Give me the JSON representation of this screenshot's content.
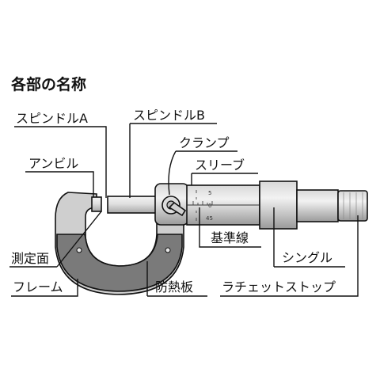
{
  "title": "各部の名称",
  "labels": {
    "spindle_a": "スピンドルA",
    "spindle_b": "スピンドルB",
    "clamp": "クランプ",
    "anvil": "アンビル",
    "sleeve": "スリーブ",
    "reference_line": "基準線",
    "measuring_face": "測定面",
    "thimble": "シングル",
    "frame": "フレーム",
    "heat_insulator": "防熱板",
    "ratchet_stop": "ラチェットストップ"
  },
  "scale_marks": {
    "top": "5",
    "middle": "0",
    "bottom": "45"
  },
  "colors": {
    "frame_gray": "#cfcfcf",
    "insulator_dark": "#7a7a7a",
    "metal_light": "#e4e4e4",
    "metal_mid": "#bdbdbd",
    "outline": "#111111"
  }
}
